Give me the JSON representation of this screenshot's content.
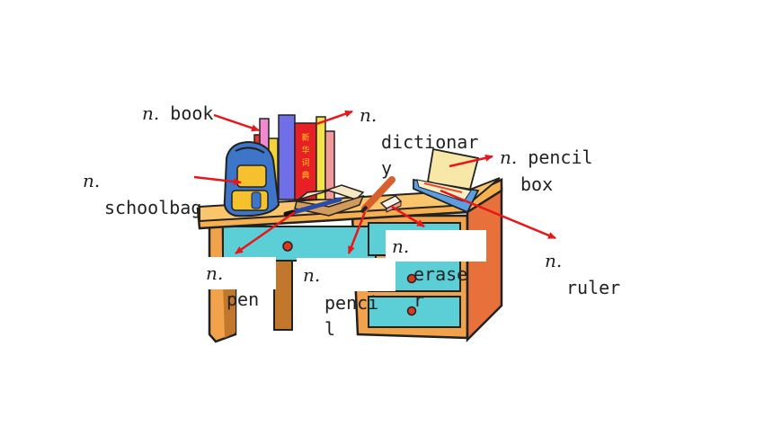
{
  "labels": {
    "book": {
      "pos": "n.",
      "word": "book"
    },
    "dictionary": {
      "pos": "n.",
      "line1": "dictionar",
      "line2": "y"
    },
    "pencil_box": {
      "pos": "n.",
      "line1": "pencil",
      "line2": "box"
    },
    "schoolbag": {
      "pos": "n.",
      "word": "schoolbag"
    },
    "ruler": {
      "pos": "n.",
      "word": "ruler"
    },
    "eraser": {
      "pos": "n.",
      "line1": "erase",
      "line2": "r"
    },
    "pen": {
      "pos": "n.",
      "word": "pen"
    },
    "pencil": {
      "pos": "n.",
      "line1": "penci",
      "line2": "l"
    }
  },
  "book_spine_text": "新华词典",
  "colors": {
    "arrow": "#e8161b",
    "desk": "#f5a346",
    "drawer": "#5ccfd6",
    "outline": "#222222"
  }
}
